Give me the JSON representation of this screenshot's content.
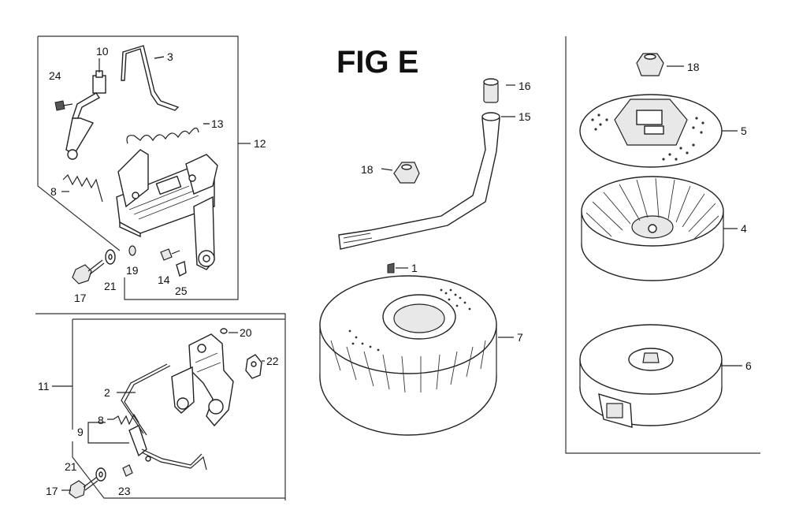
{
  "figure": {
    "title": "FIG E"
  },
  "callouts": {
    "p1": "1",
    "p2": "2",
    "p3": "3",
    "p4": "4",
    "p5": "5",
    "p6": "6",
    "p7": "7",
    "p8a": "8",
    "p8b": "8",
    "p9": "9",
    "p10": "10",
    "p11": "11",
    "p12": "12",
    "p13": "13",
    "p14": "14",
    "p15": "15",
    "p16": "16",
    "p17a": "17",
    "p17b": "17",
    "p18a": "18",
    "p18b": "18",
    "p19": "19",
    "p20": "20",
    "p21a": "21",
    "p21b": "21",
    "p22": "22",
    "p23": "23",
    "p24": "24",
    "p25": "25"
  }
}
